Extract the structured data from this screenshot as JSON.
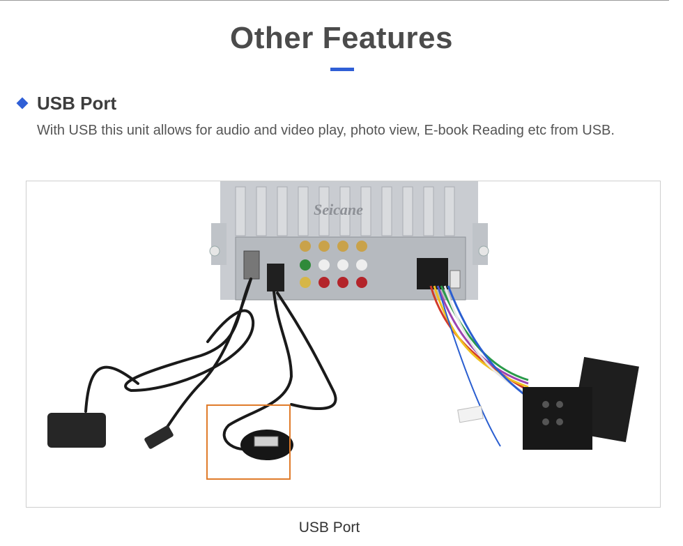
{
  "page": {
    "title": "Other Features",
    "accent_color": "#2f5fd6",
    "highlight_color": "#e07b2a"
  },
  "feature": {
    "bullet_icon": "diamond-icon",
    "heading": "USB Port",
    "description": "With USB  this unit allows for audio and video play, photo view, E-book Reading etc from USB."
  },
  "photo": {
    "watermark": "Seicane",
    "caption": "USB Port"
  }
}
